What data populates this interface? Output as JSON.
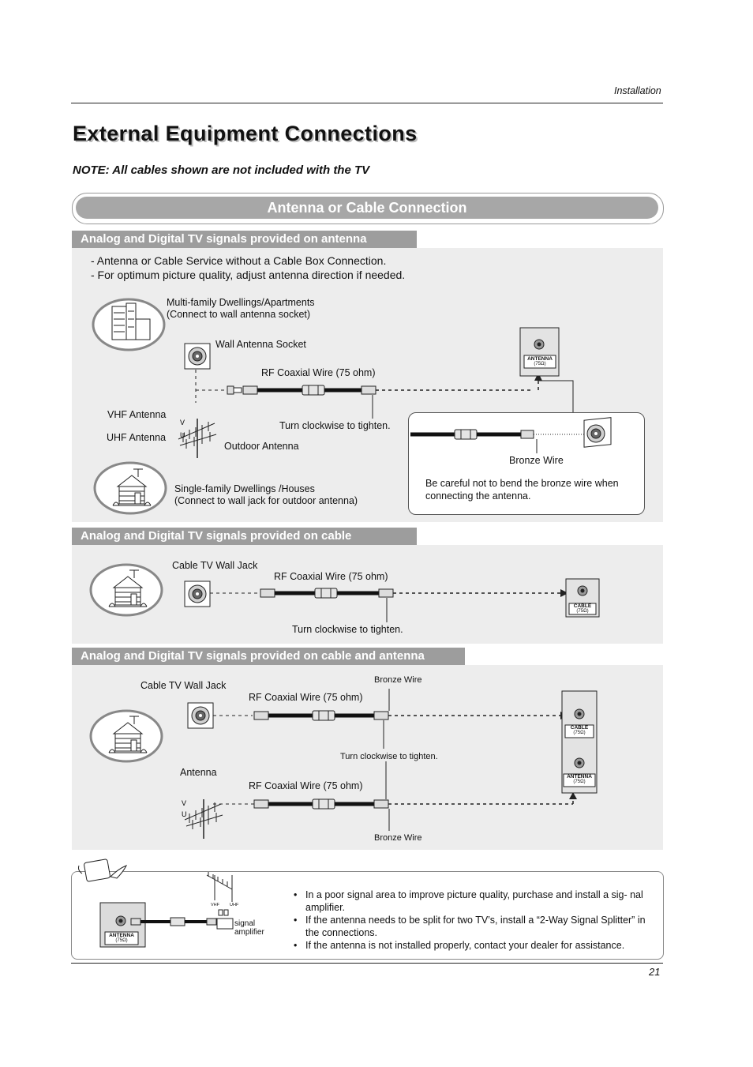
{
  "header": {
    "section": "Installation",
    "page_number": "21"
  },
  "title": "External Equipment Connections",
  "note": "NOTE: All cables shown are not included with the TV",
  "banner": "Antenna or Cable Connection",
  "antenna_section": {
    "heading": "Analog and Digital TV signals provided on antenna",
    "intro": [
      "-  Antenna or Cable Service without a Cable Box Connection.",
      "-  For optimum picture quality, adjust antenna direction if needed."
    ],
    "multi_family_line1": "Multi-family Dwellings/Apartments",
    "multi_family_line2": "(Connect to wall antenna socket)",
    "wall_socket": "Wall Antenna Socket",
    "rf_wire": "RF Coaxial Wire (75 ohm)",
    "vhf": "VHF Antenna",
    "uhf": "UHF Antenna",
    "tighten": "Turn clockwise to tighten.",
    "outdoor": "Outdoor Antenna",
    "single_family_line1": "Single-family Dwellings /Houses",
    "single_family_line2": "(Connect to wall jack for outdoor antenna)",
    "bronze": "Bronze Wire",
    "caution_line1": "Be careful not to bend the bronze wire when",
    "caution_line2": "connecting the antenna.",
    "jack_label": "ANTENNA",
    "jack_ohm": "(75Ω)"
  },
  "cable_section": {
    "heading": "Analog and Digital TV signals provided on cable",
    "wall_jack": "Cable TV Wall Jack",
    "rf_wire": "RF Coaxial Wire (75 ohm)",
    "tighten": "Turn clockwise to tighten.",
    "jack_label": "CABLE",
    "jack_ohm": "(75Ω)"
  },
  "both_section": {
    "heading": "Analog and Digital TV signals provided on cable and antenna",
    "wall_jack": "Cable TV Wall Jack",
    "bronze_top": "Bronze Wire",
    "rf_wire_top": "RF Coaxial Wire (75 ohm)",
    "tighten": "Turn clockwise to tighten.",
    "antenna": "Antenna",
    "rf_wire_bottom": "RF Coaxial Wire (75 ohm)",
    "bronze_bottom": "Bronze Wire",
    "cable_label": "CABLE",
    "cable_ohm": "(75Ω)",
    "antenna_label": "ANTENNA",
    "antenna_ohm": "(75Ω)"
  },
  "tip_box": {
    "vhf": "VHF",
    "uhf": "UHF",
    "amp_line1": "signal",
    "amp_line2": "amplifier",
    "jack_label": "ANTENNA",
    "jack_ohm": "(75Ω)",
    "bullets": [
      "In a poor signal area to improve picture quality, purchase and install a sig- nal amplifier.",
      "If the antenna needs to be split for two TV’s, install a “2-Way Signal Splitter” in the connections.",
      "If the antenna is not installed properly, contact your dealer for assistance."
    ]
  }
}
